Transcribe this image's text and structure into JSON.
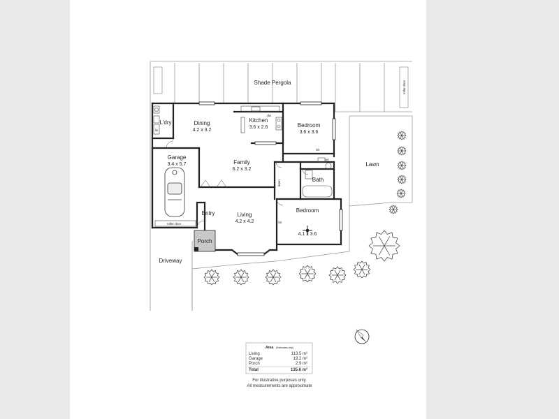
{
  "plan": {
    "pergola_label": "Shade Pergola",
    "rooms": [
      {
        "key": "ldry",
        "name": "L'dry",
        "dims": ""
      },
      {
        "key": "dining",
        "name": "Dining",
        "dims": "4.2 x 3.2"
      },
      {
        "key": "kitchen",
        "name": "Kitchen",
        "dims": "3.6 x 2.6"
      },
      {
        "key": "bed1",
        "name": "Bedroom",
        "dims": "3.6 x 3.6"
      },
      {
        "key": "garage",
        "name": "Garage",
        "dims": "3.4 x 5.7"
      },
      {
        "key": "family",
        "name": "Family",
        "dims": "6.2 x 3.2"
      },
      {
        "key": "bath",
        "name": "Bath",
        "dims": ""
      },
      {
        "key": "living",
        "name": "Living",
        "dims": "4.2 x 4.2"
      },
      {
        "key": "bed2",
        "name": "Bedroom",
        "dims": "4.1 x 3.6"
      },
      {
        "key": "entry",
        "name": "Entry",
        "dims": ""
      },
      {
        "key": "porch",
        "name": "Porch",
        "dims": ""
      }
    ],
    "lawn_label": "Lawn",
    "driveway_label": "Driveway",
    "small_labels": {
      "roller_door_garage": "roller door",
      "roller_door_right": "roller door",
      "robe1": "b/r",
      "robe2": "b/r",
      "linen": "linen",
      "ldry_cup": "lin",
      "dw": "dw",
      "wc": "wc"
    }
  },
  "area_table": {
    "title": "Area",
    "title_note": "(Estimates only)",
    "rows": [
      {
        "label": "Living",
        "value": "113.5 m²"
      },
      {
        "label": "Garage",
        "value": "19.2 m²"
      },
      {
        "label": "Porch",
        "value": "2.9 m²"
      }
    ],
    "total_label": "Total",
    "total_value": "135.6 m²"
  },
  "disclaimer": {
    "line1": "For illustrative purposes only.",
    "line2": "All measurements are approximate"
  },
  "colors": {
    "wall": "#222222",
    "porch_fill": "#c8c8c8",
    "background": "#e9e9e9",
    "sheet": "#ffffff"
  }
}
